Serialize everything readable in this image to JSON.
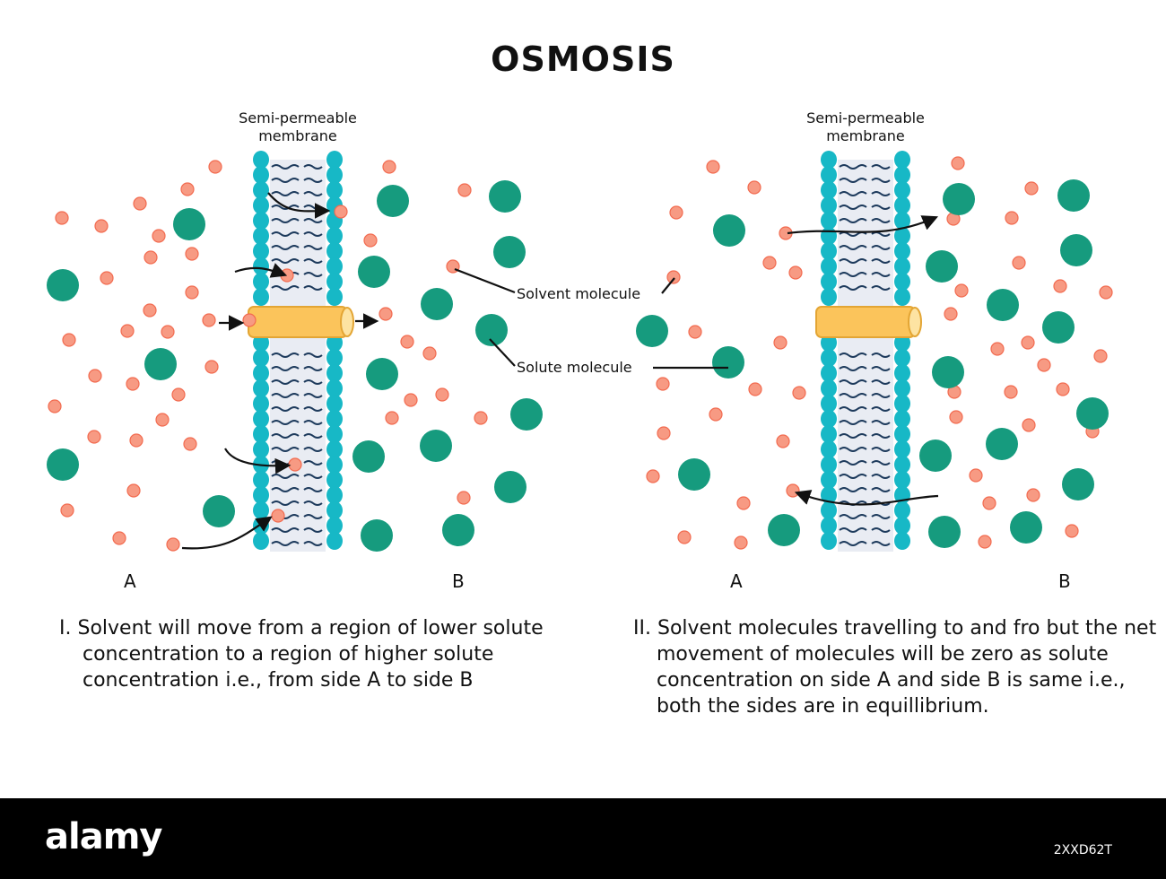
{
  "title": "OSMOSIS",
  "left_panel": {
    "membrane_label": "Semi-permeable membrane",
    "side_a": "A",
    "side_b": "B",
    "caption_marker": "I.",
    "caption": "Solvent will move from a region of lower solute concentration to a region of higher solute concentration i.e., from side A to side B"
  },
  "right_panel": {
    "membrane_label": "Semi-permeable membrane",
    "side_a": "A",
    "side_b": "B",
    "caption_marker": "II.",
    "caption": "Solvent molecules travelling to and fro but the net movement of molecules will be zero as solute concentration on side A and side B is same i.e., both the sides are in equillibrium."
  },
  "legend": {
    "solvent_label": "Solvent molecule",
    "solute_label": "Solute molecule"
  },
  "footer": {
    "logo": "alamy",
    "image_id": "2XXD62T"
  },
  "colors": {
    "solvent": "#f79a83",
    "solute": "#169b7e",
    "membrane_head": "#17b8c6",
    "lipid_tail": "#1d3a5c",
    "channel": "#fbc45b",
    "membrane_core": "#e9ecf3"
  }
}
